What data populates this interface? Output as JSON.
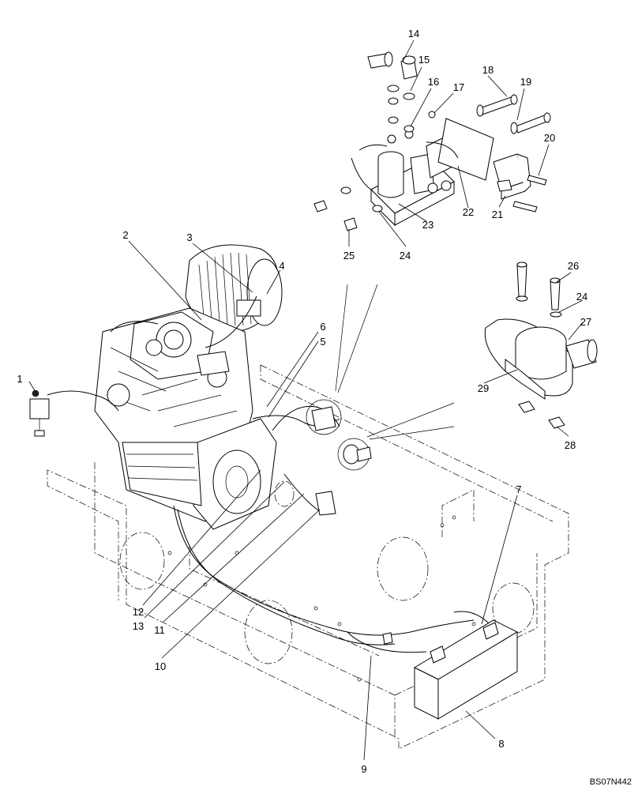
{
  "diagram": {
    "reference_code": "BS07N442",
    "callouts": [
      "1",
      "2",
      "3",
      "4",
      "5",
      "6",
      "7",
      "8",
      "9",
      "10",
      "11",
      "12",
      "13",
      "14",
      "15",
      "16",
      "17",
      "18",
      "19",
      "20",
      "21",
      "22",
      "23",
      "24",
      "24",
      "25",
      "26",
      "27",
      "28",
      "29"
    ]
  }
}
